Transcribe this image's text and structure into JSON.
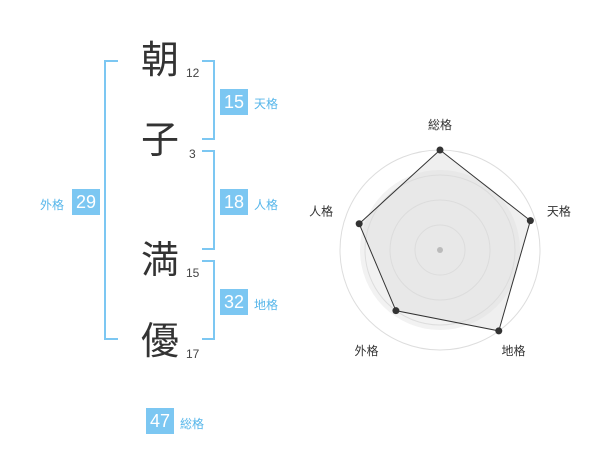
{
  "name_chars": [
    {
      "char": "朝",
      "strokes": "12"
    },
    {
      "char": "子",
      "strokes": "3"
    },
    {
      "char": "満",
      "strokes": "15"
    },
    {
      "char": "優",
      "strokes": "17"
    }
  ],
  "fortunes": {
    "tenkaku": {
      "value": "15",
      "label": "天格"
    },
    "jinkaku": {
      "value": "18",
      "label": "人格"
    },
    "chikaku": {
      "value": "32",
      "label": "地格"
    },
    "gaikaku": {
      "value": "29",
      "label": "外格"
    },
    "soukaku": {
      "value": "47",
      "label": "総格"
    }
  },
  "colors": {
    "accent": "#7cc7f2",
    "label_blue": "#56b6ea",
    "text": "#333333"
  },
  "chart_data": {
    "type": "radar",
    "axes": [
      "総格",
      "天格",
      "地格",
      "外格",
      "人格"
    ],
    "values": [
      1.0,
      0.95,
      1.0,
      0.75,
      0.85
    ],
    "rings": 4,
    "grid": true
  }
}
